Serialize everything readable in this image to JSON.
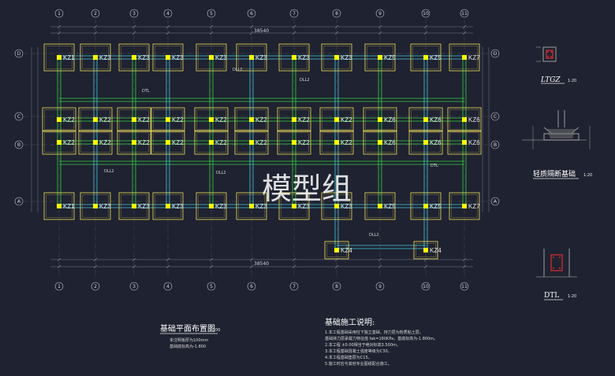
{
  "watermark": "模型组",
  "plan": {
    "title": "基础平面布置图",
    "scale": "1:100",
    "note1": "未注明板厚为100mm",
    "note2": "基础底标高为-1.800",
    "top_axes": [
      "1",
      "2",
      "3",
      "4",
      "5",
      "6",
      "7",
      "8",
      "9",
      "10",
      "11"
    ],
    "row_axes": [
      "D",
      "C",
      "B",
      "A"
    ],
    "total_dim": "38540",
    "row_A_labels": [
      "KZ1",
      "KZ3",
      "KZ3",
      "KZ3",
      "KZ3",
      "KZ3",
      "KZ3",
      "KZ3",
      "KZ5",
      "KZ5",
      "KZ7"
    ],
    "row_B_labels": [
      "KZ2",
      "KZ2",
      "KZ2",
      "KZ2",
      "KZ2",
      "KZ2",
      "KZ2",
      "KZ2",
      "KZ6",
      "KZ6",
      "KZ6"
    ],
    "row_C_labels": [
      "KZ2",
      "KZ2",
      "KZ2",
      "KZ2",
      "KZ2",
      "KZ2",
      "KZ2",
      "KZ2",
      "KZ6",
      "KZ6",
      "KZ6"
    ],
    "row_D_labels": [
      "KZ1",
      "KZ3",
      "KZ3",
      "KZ3",
      "KZ3",
      "KZ3",
      "KZ3",
      "KZ3",
      "KZ5",
      "KZ5",
      "KZ7"
    ],
    "row_E_labels": [
      "KZ4",
      "KZ4"
    ],
    "beam_label": "DLL2",
    "beam_label2": "DTL"
  },
  "details": {
    "ltgz_title": "LTGZ",
    "ltgz_scale": "1:20",
    "light_title": "轻质隔断基础",
    "light_scale": "1:20",
    "dtl_title": "DTL",
    "dtl_scale": "1:20"
  },
  "notes": {
    "title": "基础施工说明:",
    "items": [
      "1.本工程基础采用柱下独立基础，持力层为粉质粘土层。",
      "基础持力层承载力特征值 fak=180KPa，基底标高为-1.800m。",
      "2.本工程 ±0.00相当于绝对标高3.500m。",
      "3.本工程基础混凝土强度等级为C30。",
      "4.本工程基础垫层为C15。",
      "5.施工时应与其他专业图纸配合施工。"
    ]
  },
  "colors": {
    "bg": "#1f2230",
    "footing": "#f0e060",
    "column": "#ffff00",
    "beam_green": "#30d040",
    "beam_cyan": "#40c8e0",
    "axis": "#bfc3cc"
  }
}
